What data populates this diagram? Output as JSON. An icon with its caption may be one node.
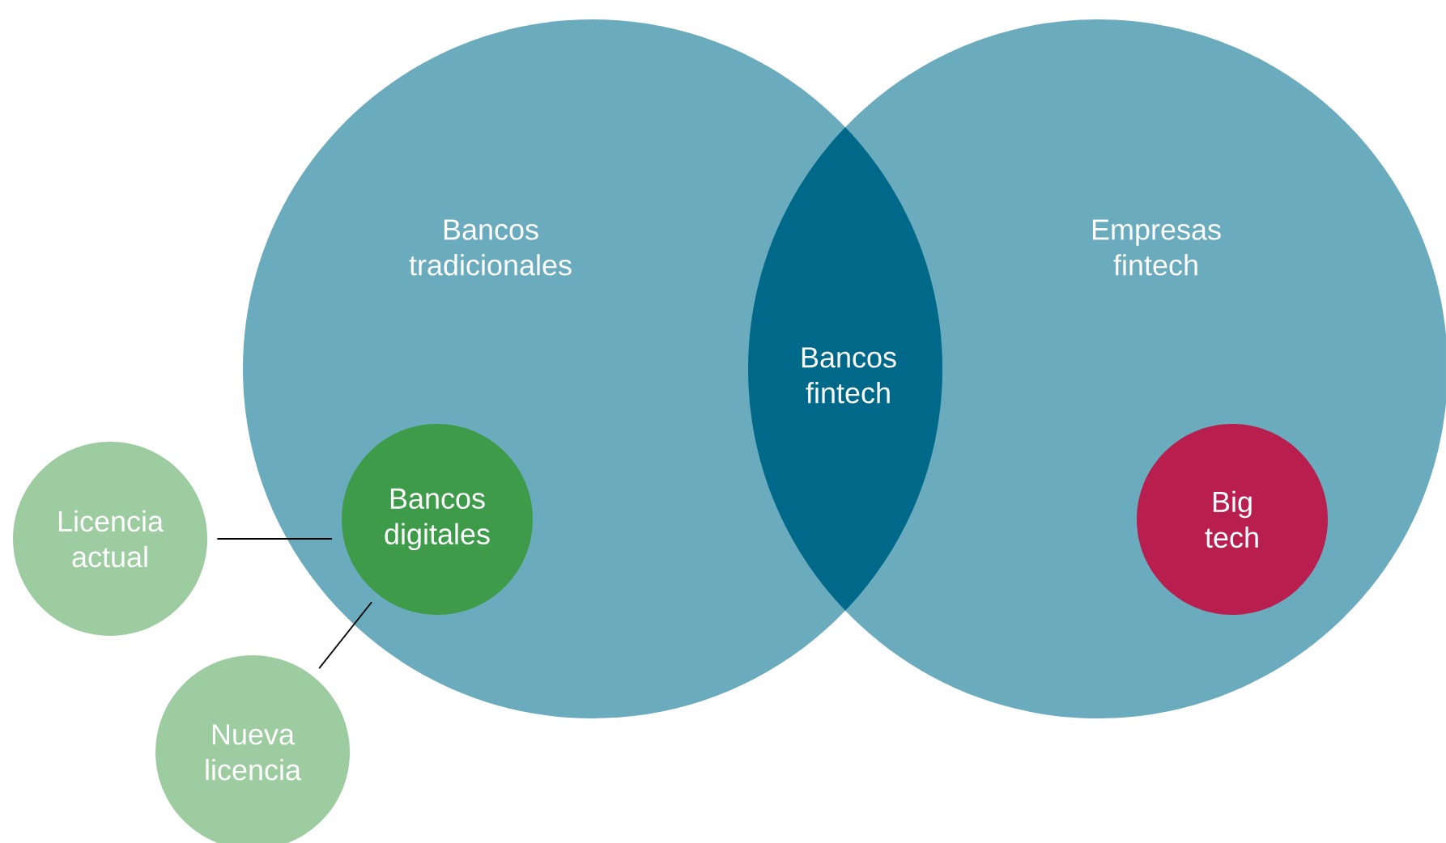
{
  "diagram": {
    "nodes": [
      {
        "text": [
          "Bancos tradicionales"
        ]
      },
      {
        "text": [
          "Empresas fintech"
        ]
      },
      {
        "text": [
          "Bancos fintech"
        ]
      },
      {
        "text": [
          "Bancos digitales"
        ],
        "in": 0
      },
      {
        "text": [
          "Big tech"
        ],
        "in": 1
      },
      {
        "text": [
          "Licencia actual"
        ]
      },
      {
        "text": [
          "Nueva licencia"
        ]
      }
    ],
    "edges": [
      {
        "from": 5,
        "to": 3,
        "arrow": "none"
      },
      {
        "from": 6,
        "to": 3,
        "arrow": "none"
      }
    ]
  }
}
